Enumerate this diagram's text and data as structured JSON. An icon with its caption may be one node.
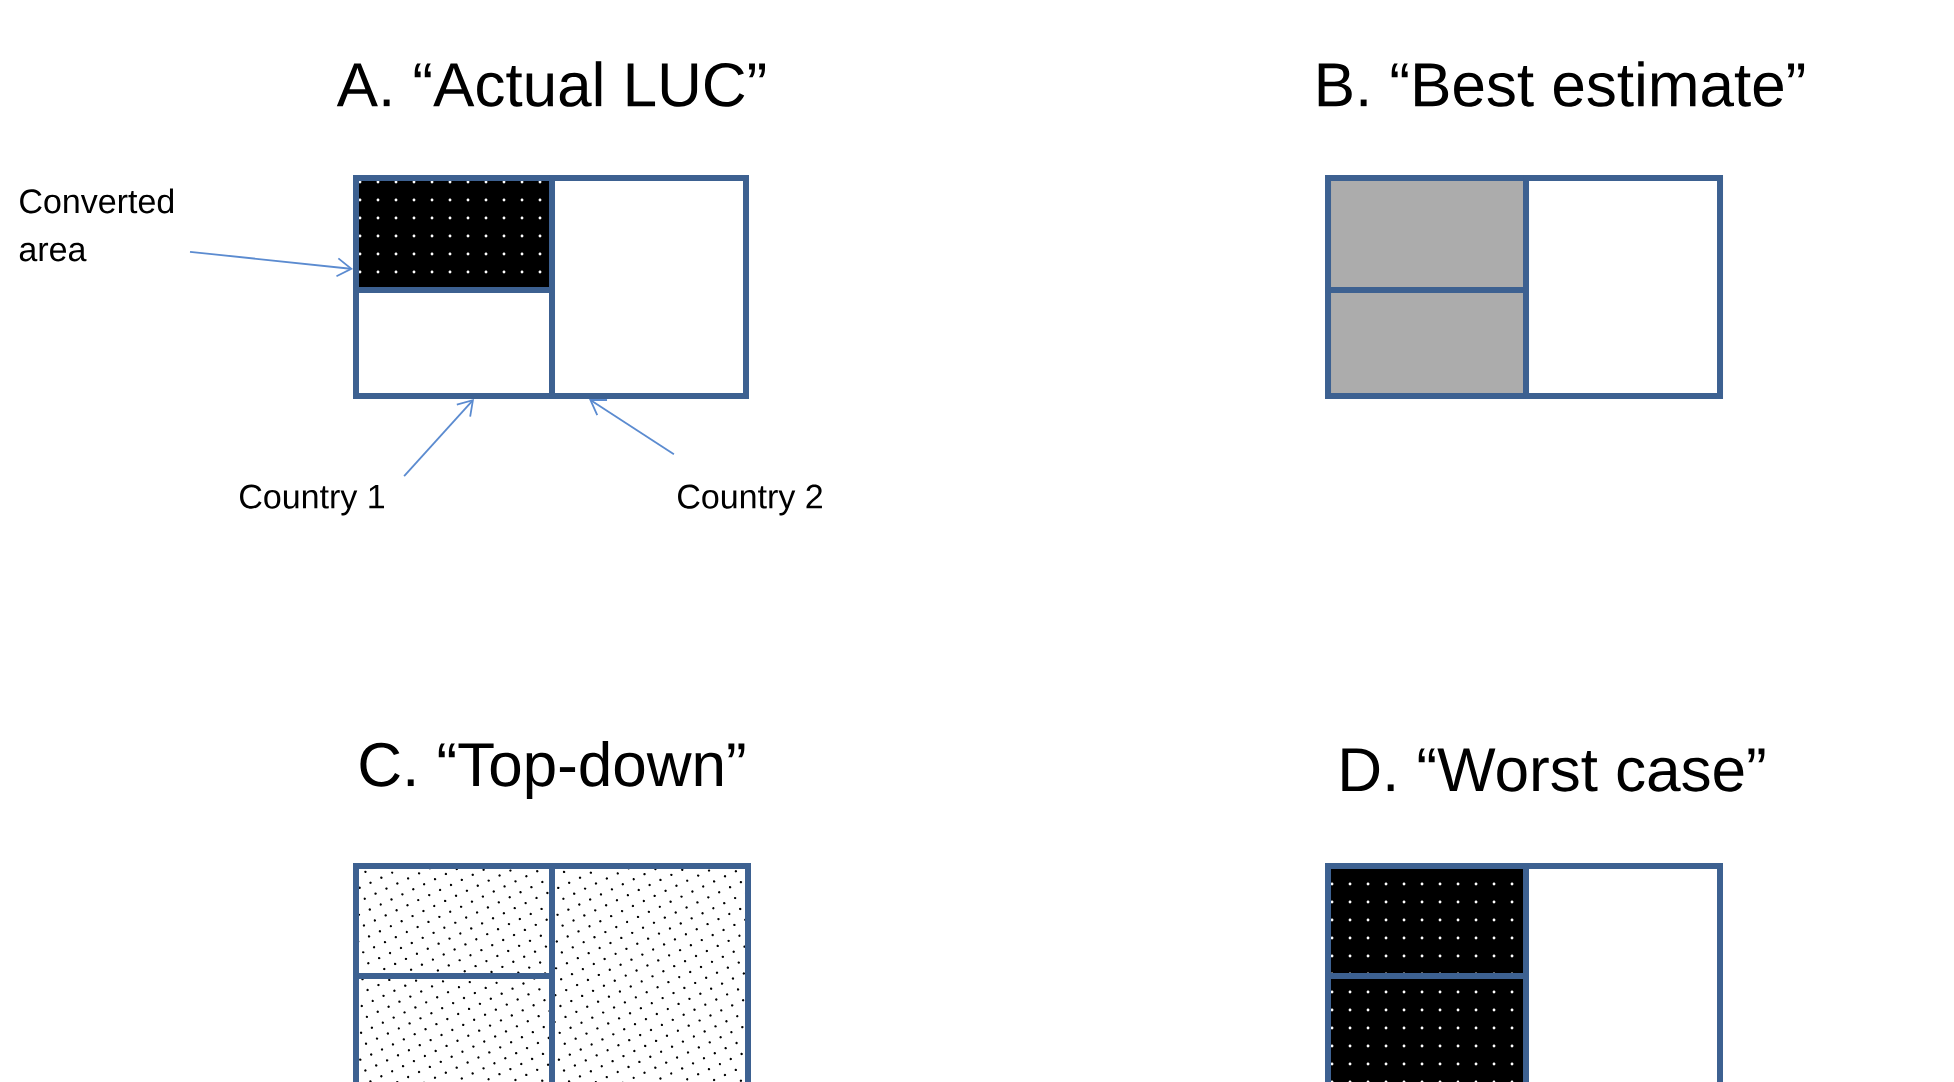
{
  "diagram": {
    "nodes": [
      {
        "text": [
          "Converted area"
        ]
      },
      {
        "text": [],
        "shape": "box"
      },
      {
        "text": [],
        "shape": "box"
      },
      {
        "text": [],
        "shape": "box"
      },
      {
        "text": [
          "Country 1"
        ]
      },
      {
        "text": [
          "Country 2"
        ]
      },
      {
        "text": [],
        "shape": "box"
      },
      {
        "text": [],
        "shape": "box"
      },
      {
        "text": [],
        "shape": "box"
      },
      {
        "text": [],
        "shape": "box"
      },
      {
        "text": [],
        "shape": "box"
      },
      {
        "text": [],
        "shape": "box"
      },
      {
        "text": [],
        "shape": "box"
      },
      {
        "text": [],
        "shape": "box"
      },
      {
        "text": [],
        "shape": "box"
      }
    ],
    "edges": [
      {
        "from": 0,
        "to": 1,
        "arrow": "to"
      },
      {
        "from": 4,
        "to": 2,
        "arrow": "to"
      },
      {
        "from": 5,
        "to": 3,
        "arrow": "to"
      }
    ],
    "labels": [
      "A. “Actual LUC”",
      "B. “Best estimate”",
      "C. “Top-down”",
      "D. “Worst case”"
    ]
  }
}
